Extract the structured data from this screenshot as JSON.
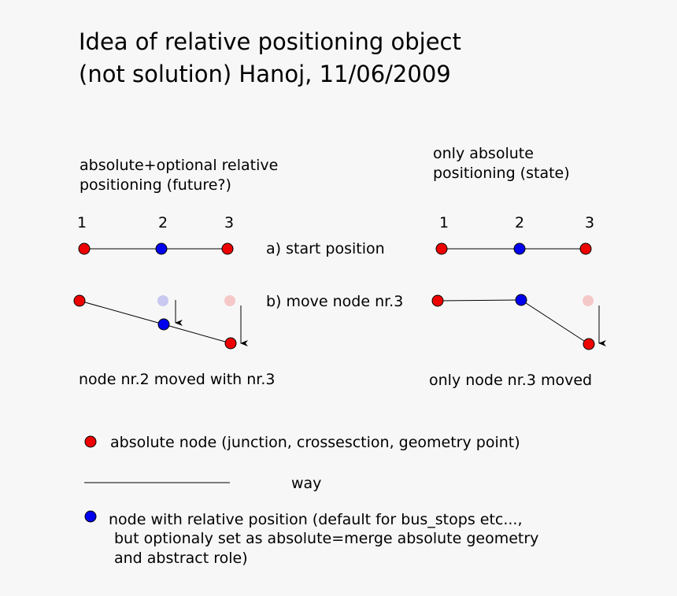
{
  "title": {
    "line1": "Idea of relative positioning object",
    "line2": "(not solution) Hanoj, 11/06/2009"
  },
  "left_panel": {
    "heading_line1": "absolute+optional relative",
    "heading_line2": "positioning (future?)",
    "node_numbers": [
      "1",
      "2",
      "3"
    ],
    "caption": "node nr.2 moved with nr.3"
  },
  "right_panel": {
    "heading_line1": "only absolute",
    "heading_line2": "positioning (state)",
    "node_numbers": [
      "1",
      "2",
      "3"
    ],
    "caption": "only node nr.3 moved"
  },
  "steps": {
    "start": "a) start position",
    "move": "b) move node nr.3"
  },
  "legend": {
    "absolute_node": "absolute node (junction, crossesction, geometry point)",
    "way": "way",
    "relative_line1": "node with relative position (default for bus_stops etc...,",
    "relative_line2": "but optionaly set as absolute=merge absolute geometry",
    "relative_line3": "and abstract role)"
  },
  "colors": {
    "absolute_node": "#ee0000",
    "relative_node": "#0000ee",
    "ghost_absolute": "#f5c8c8",
    "ghost_relative": "#c8c8f0",
    "background": "#f7f7f7"
  }
}
